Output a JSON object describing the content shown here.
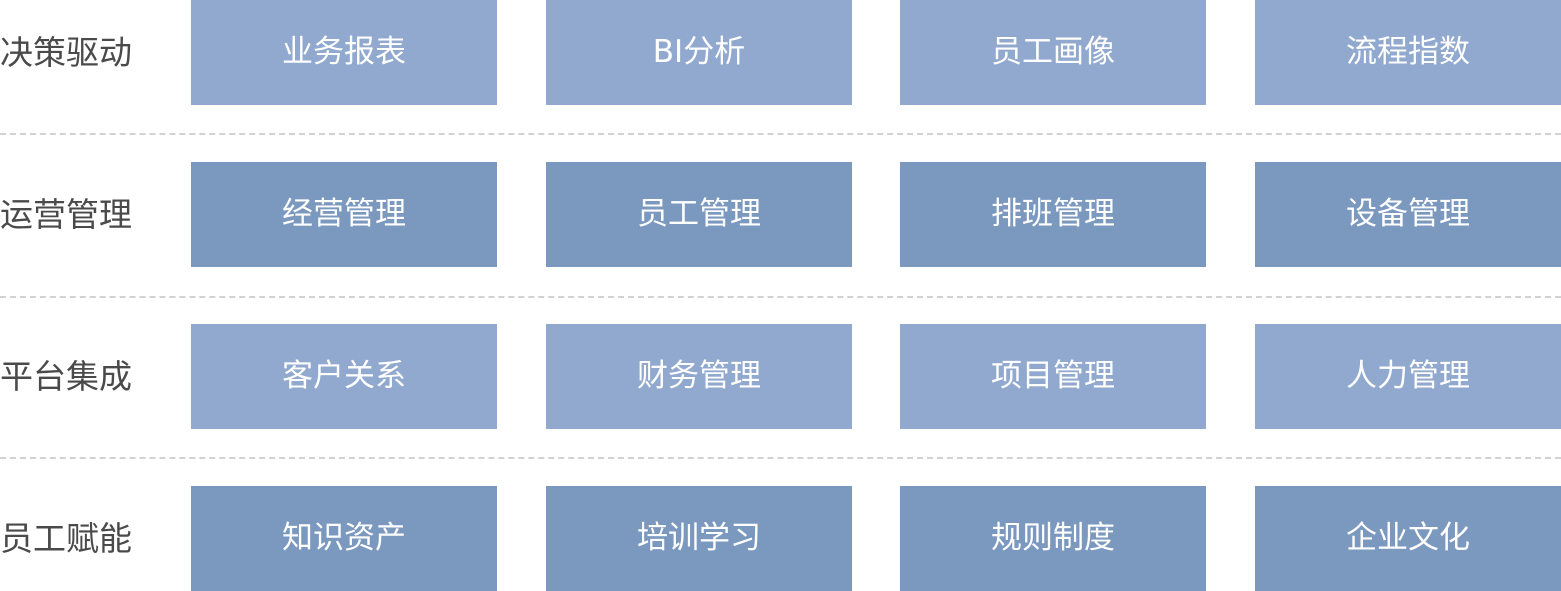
{
  "rows": [
    {
      "label": "决策驱动",
      "items": [
        "业务报表",
        "BI分析",
        "员工画像",
        "流程指数"
      ]
    },
    {
      "label": "运营管理",
      "items": [
        "经营管理",
        "员工管理",
        "排班管理",
        "设备管理"
      ]
    },
    {
      "label": "平台集成",
      "items": [
        "客户关系",
        "财务管理",
        "项目管理",
        "人力管理"
      ]
    },
    {
      "label": "员工赋能",
      "items": [
        "知识资产",
        "培训学习",
        "规则制度",
        "企业文化"
      ]
    }
  ],
  "colors": {
    "box_light": "#91a9ce",
    "box_dark": "#7b98bf",
    "label_text": "#4a4a4a",
    "box_text": "#ffffff",
    "divider": "#d2d2d2"
  }
}
